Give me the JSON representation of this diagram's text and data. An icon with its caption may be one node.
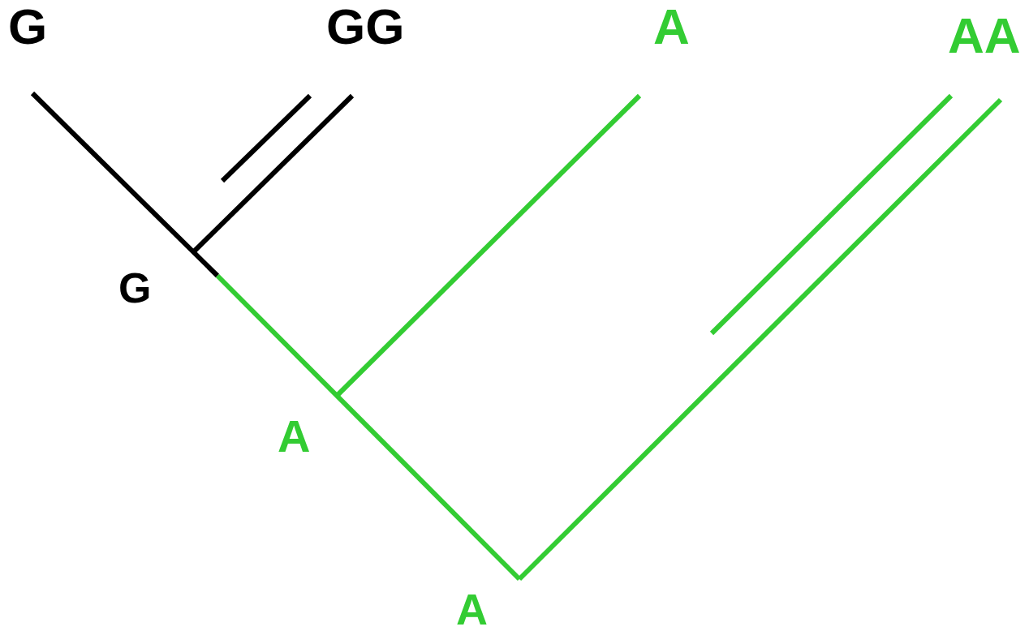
{
  "diagram": {
    "labels": [
      "G",
      "GG",
      "A",
      "AA",
      "G",
      "A",
      "A"
    ]
  }
}
